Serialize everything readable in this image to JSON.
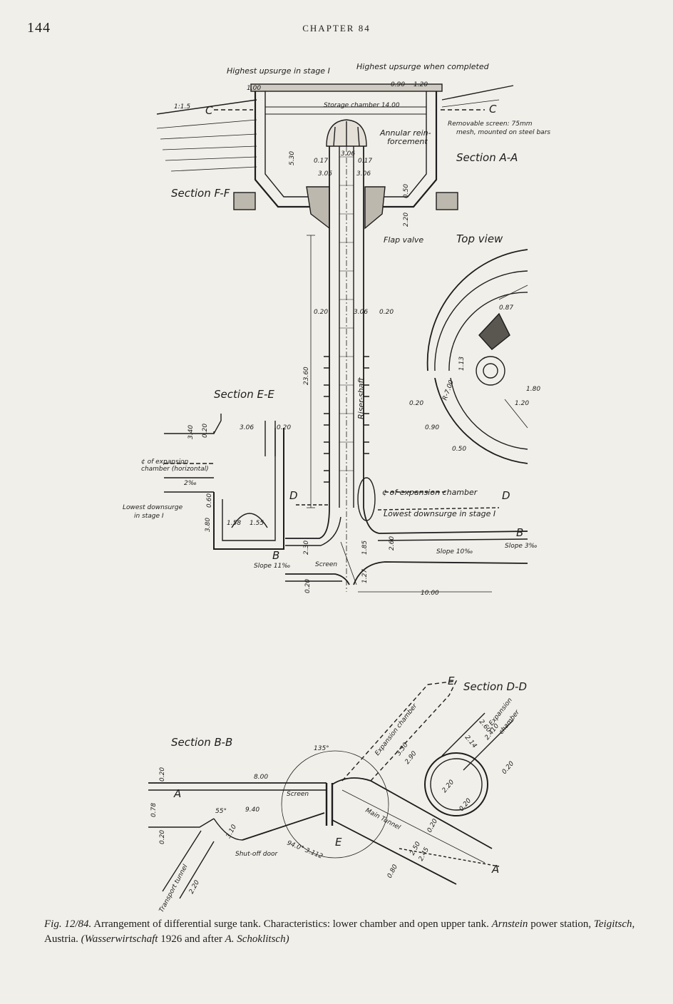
{
  "header": {
    "page_number": "144",
    "chapter": "CHAPTER 84"
  },
  "figure_top": {
    "labels": {
      "highest_upsurge_stage1": "Highest upsurge in stage I",
      "highest_upsurge_completed": "Highest upsurge when completed",
      "storage_chamber": "Storage chamber  14.00",
      "annular_reinforcement": "Annular rein-—forcement",
      "annular_line1": "Annular rein-",
      "annular_line2": "forcement",
      "removable_screen_line1": "Removable screen: 75mm",
      "removable_screen_line2": "mesh, mounted on steel bars",
      "section_aa": "Section A-A",
      "section_ff": "Section F-F",
      "flap_valve": "Flap valve",
      "top_view": "Top view",
      "section_ee": "Section E-E",
      "riser_shaft": "Riser-shaft",
      "expansion_axis": "¢ of expansion chamber",
      "expansion_axis_left_1": "¢ of expansion",
      "expansion_axis_left_2": "chamber (horizontal)",
      "lowest_downsurge": "Lowest downsurge in stage I",
      "lowest_left_1": "Lowest downsurge",
      "lowest_left_2": "in stage I",
      "screen": "Screen",
      "slope_left": "Slope 11‰",
      "slope_mid": "Slope 10‰",
      "slope_right": "Slope 3‰",
      "slope_ff": "1:1.5",
      "slope_ee": "2‰",
      "letter_c1": "C",
      "letter_c2": "C",
      "letter_d1": "D",
      "letter_d2": "D",
      "letter_b1": "B",
      "letter_b2": "B"
    },
    "dims": {
      "d100": "1.00",
      "d090": "0.90",
      "d120": "1.20",
      "d530": "5.30",
      "d017a": "0.17",
      "d306a": "3.06",
      "d017b": "0.17",
      "d305": "3.05",
      "d306b": "3.06",
      "d050": "0.50",
      "d220": "2.20",
      "d020a": "0.20",
      "d306c": "3.06",
      "d020b": "0.20",
      "d2360": "23.60",
      "d306d": "3.06",
      "d020c": "0.20",
      "d340": "3.40",
      "d020d": "0.20",
      "d060": "0.60",
      "d380": "3.80",
      "d158": "1.58",
      "d155": "1.55",
      "d230": "2.30",
      "d020e": "0.20",
      "d185": "1.85",
      "d260": "2.60",
      "d127": "1.27",
      "d1000": "10.00",
      "d087": "0.87",
      "d020f": "0.20",
      "d090b": "0.90",
      "d050b": "0.50",
      "r700": "R-7.00",
      "d120b": "1.20",
      "d180": "1.80",
      "d113": "1.13"
    }
  },
  "figure_bottom": {
    "labels": {
      "section_dd": "Section D-D",
      "section_bb": "Section B-B",
      "expansion_chamber": "Expansion chamber",
      "expansion_chamber_right_1": "Expansion",
      "expansion_chamber_right_2": "chamber",
      "screen": "Screen",
      "main_tunnel": "Main Tunnel",
      "shut_off_door": "Shut-off door",
      "transport_tunnel": "Transport tunnel",
      "angle": "135°",
      "angle55": "55°",
      "letter_a1": "A",
      "letter_a2": "A",
      "letter_e1": "E",
      "letter_e2": "E"
    },
    "dims": {
      "d800": "8.00",
      "d940": "9.40",
      "d310": "3.10",
      "d220": "2.20",
      "d078": "0.78",
      "d020a": "0.20",
      "d020b": "0.20",
      "d214": "2.14",
      "d260": "2.60",
      "d020c": "0.20",
      "d220b": "2.20",
      "d020d": "0.20",
      "d020e": "0.20",
      "d250": "2.50",
      "d245": "2.45",
      "d080": "0.80",
      "d330": "3.30",
      "d290": "2.90",
      "d2410": "2.410",
      "r_arc": "94.0° 3.112"
    }
  },
  "caption": {
    "fig_no": "Fig. 12/84.",
    "text1": "Arrangement of differential surge tank. Characteristics: lower chamber and open upper tank.",
    "station": "Arnstein",
    "text2": "power station,",
    "place": "Teigitsch",
    "text3": ", Austria.",
    "source_open": "(",
    "journal": "Wasserwirtschaft",
    "text4": "1926 and after",
    "author": "A. Schoklitsch)"
  }
}
